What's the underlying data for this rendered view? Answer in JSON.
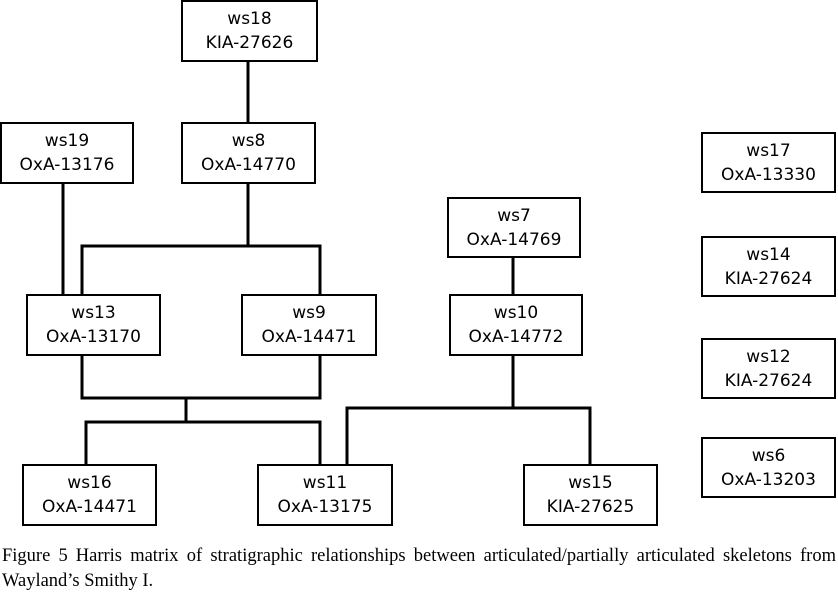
{
  "nodes": {
    "ws18": {
      "id": "ws18",
      "date": "KIA-27626"
    },
    "ws19": {
      "id": "ws19",
      "date": "OxA-13176"
    },
    "ws8": {
      "id": "ws8",
      "date": "OxA-14770"
    },
    "ws17": {
      "id": "ws17",
      "date": "OxA-13330"
    },
    "ws7": {
      "id": "ws7",
      "date": "OxA-14769"
    },
    "ws14": {
      "id": "ws14",
      "date": "KIA-27624"
    },
    "ws13": {
      "id": "ws13",
      "date": "OxA-13170"
    },
    "ws9": {
      "id": "ws9",
      "date": "OxA-14471"
    },
    "ws10": {
      "id": "ws10",
      "date": "OxA-14772"
    },
    "ws12": {
      "id": "ws12",
      "date": "KIA-27624"
    },
    "ws6": {
      "id": "ws6",
      "date": "OxA-13203"
    },
    "ws16": {
      "id": "ws16",
      "date": "OxA-14471"
    },
    "ws11": {
      "id": "ws11",
      "date": "OxA-13175"
    },
    "ws15": {
      "id": "ws15",
      "date": "KIA-27625"
    }
  },
  "caption": {
    "label": "Figure 5",
    "text": "Harris matrix of stratigraphic relationships between articulated/partially articulated skeletons from Wayland’s Smithy I."
  }
}
